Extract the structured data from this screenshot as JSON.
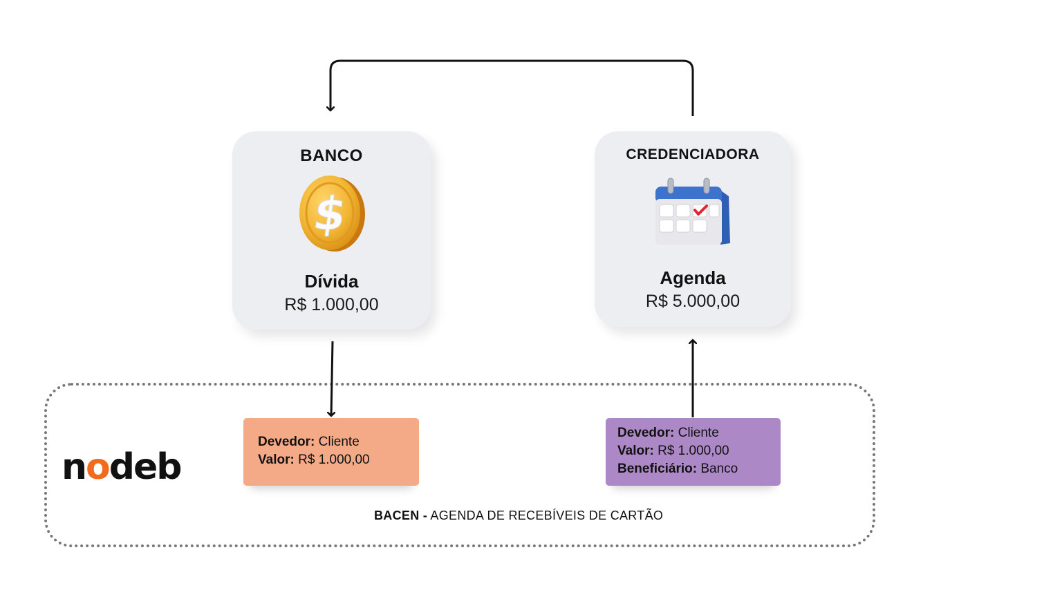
{
  "banco": {
    "title": "BANCO",
    "subtitle": "Dívida",
    "value": "R$ 1.000,00",
    "icon": "coin-dollar-icon"
  },
  "credenciadora": {
    "title": "CREDENCIADORA",
    "subtitle": "Agenda",
    "value": "R$ 5.000,00",
    "icon": "calendar-check-icon"
  },
  "note_banco": {
    "devedor_label": "Devedor:",
    "devedor_value": " Cliente",
    "valor_label": "Valor:",
    "valor_value": " R$ 1.000,00"
  },
  "note_credenciadora": {
    "devedor_label": "Devedor:",
    "devedor_value": " Cliente",
    "valor_label": "Valor:",
    "valor_value": " R$ 1.000,00",
    "beneficiario_label": "Beneficiário:",
    "beneficiario_value": " Banco"
  },
  "region": {
    "caption_bold": "BACEN -",
    "caption_rest": " AGENDA DE RECEBÍVEIS DE CARTÃO"
  },
  "logo": {
    "part1": "n",
    "accent": "o",
    "part2": "deb"
  },
  "colors": {
    "note_banco": "#f4aa86",
    "note_credenciadora": "#ad88c6",
    "logo_accent": "#f26a1b",
    "card_bg": "#eceef2"
  }
}
